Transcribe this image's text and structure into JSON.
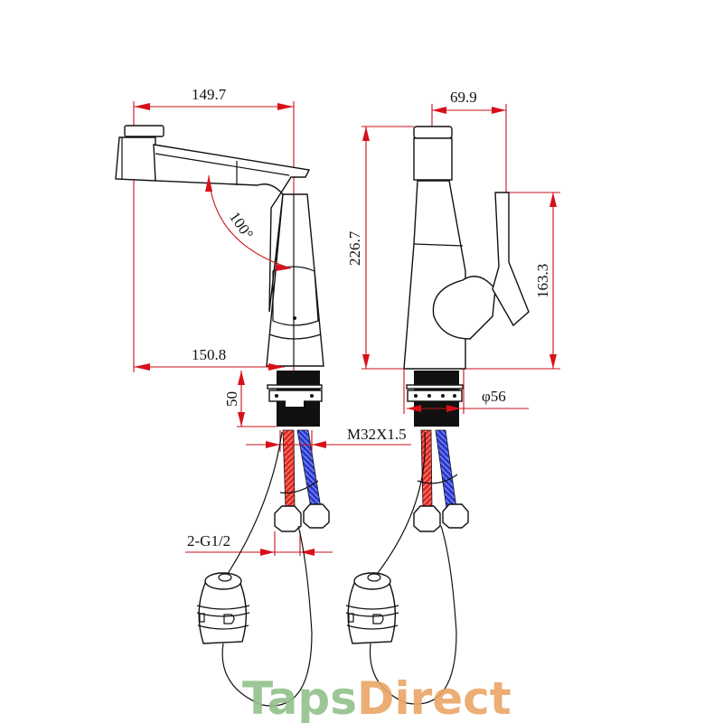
{
  "drawing": {
    "side_view": {
      "spout_reach": "149.7",
      "base_to_spout": "150.8",
      "swivel_angle": "100°",
      "shank_length": "50",
      "thread": "M32X1.5",
      "inlet_connection": "2-G1/2"
    },
    "front_view": {
      "spout_width": "69.9",
      "total_height": "226.7",
      "handle_height": "163.3",
      "base_diameter": "φ56"
    }
  },
  "watermark": {
    "part1": "Taps",
    "part2": "Direct",
    "color1": "#92c08a",
    "color2": "#eba666"
  },
  "colors": {
    "dimension": "#c8101a",
    "hot_hose": "#e02a20",
    "cold_hose": "#2a3ad0"
  }
}
